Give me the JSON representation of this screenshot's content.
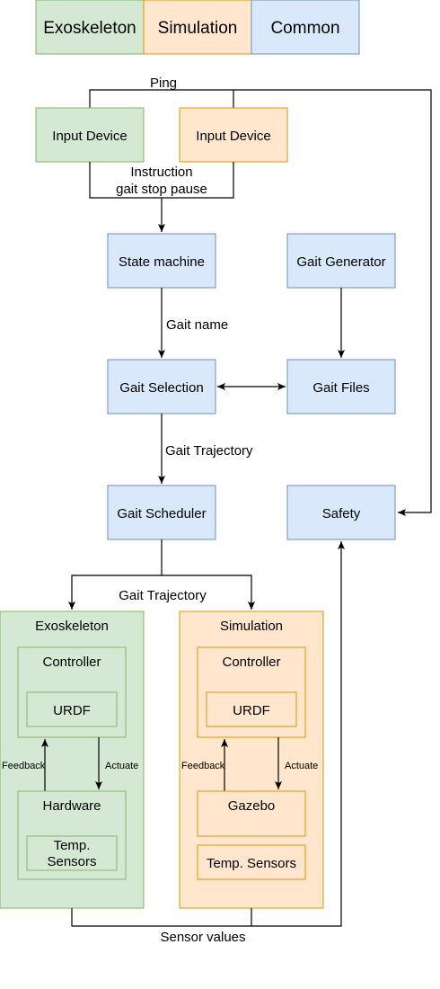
{
  "colors": {
    "green_fill": "#d5e8d4",
    "green_stroke": "#82b366",
    "orange_fill": "#ffe6cc",
    "orange_stroke": "#d79b00",
    "blue_fill": "#dae8fc",
    "blue_stroke": "#6c8ebf"
  },
  "legend": {
    "exoskeleton": "Exoskeleton",
    "simulation": "Simulation",
    "common": "Common"
  },
  "nodes": {
    "input_device_exo": "Input Device",
    "input_device_sim": "Input Device",
    "state_machine": "State machine",
    "gait_generator": "Gait Generator",
    "gait_selection": "Gait Selection",
    "gait_files": "Gait Files",
    "gait_scheduler": "Gait Scheduler",
    "safety": "Safety",
    "exo_container": "Exoskeleton",
    "exo_controller": "Controller",
    "exo_urdf": "URDF",
    "exo_hardware": "Hardware",
    "exo_temp_line1": "Temp.",
    "exo_temp_line2": "Sensors",
    "sim_container": "Simulation",
    "sim_controller": "Controller",
    "sim_urdf": "URDF",
    "sim_gazebo": "Gazebo",
    "sim_temp": "Temp. Sensors"
  },
  "edges": {
    "ping": "Ping",
    "instruction_line1": "Instruction",
    "instruction_line2": "gait stop pause",
    "gait_name": "Gait name",
    "gait_trajectory_1": "Gait Trajectory",
    "gait_trajectory_2": "Gait Trajectory",
    "exo_feedback": "Feedback",
    "exo_actuate": "Actuate",
    "sim_feedback": "Feedback",
    "sim_actuate": "Actuate",
    "sensor_values": "Sensor values"
  }
}
